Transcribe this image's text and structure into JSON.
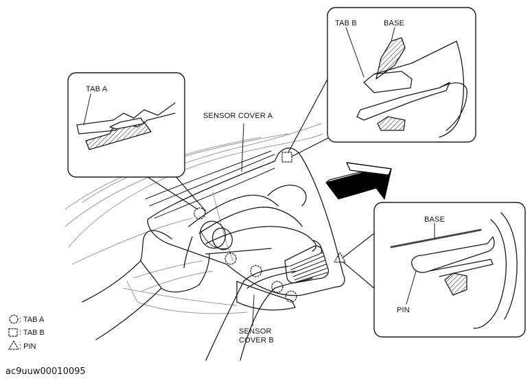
{
  "callouts": {
    "tab_a": "TAB A",
    "tab_b": "TAB B",
    "base_top": "BASE",
    "base_right": "BASE",
    "pin": "PIN",
    "sensor_cover_a": "SENSOR COVER A",
    "sensor_cover_b_line1": "SENSOR",
    "sensor_cover_b_line2": "COVER B"
  },
  "legend": [
    {
      "symbol": "dotted-circle",
      "label": ": TAB A"
    },
    {
      "symbol": "dotted-square",
      "label": ": TAB B"
    },
    {
      "symbol": "dotted-triangle",
      "label": ": PIN"
    }
  ],
  "figure_id": "ac9uuw00010095",
  "colors": {
    "line": "#1a1a1a",
    "faint": "#9a9a9a",
    "arrow": "#000000"
  }
}
